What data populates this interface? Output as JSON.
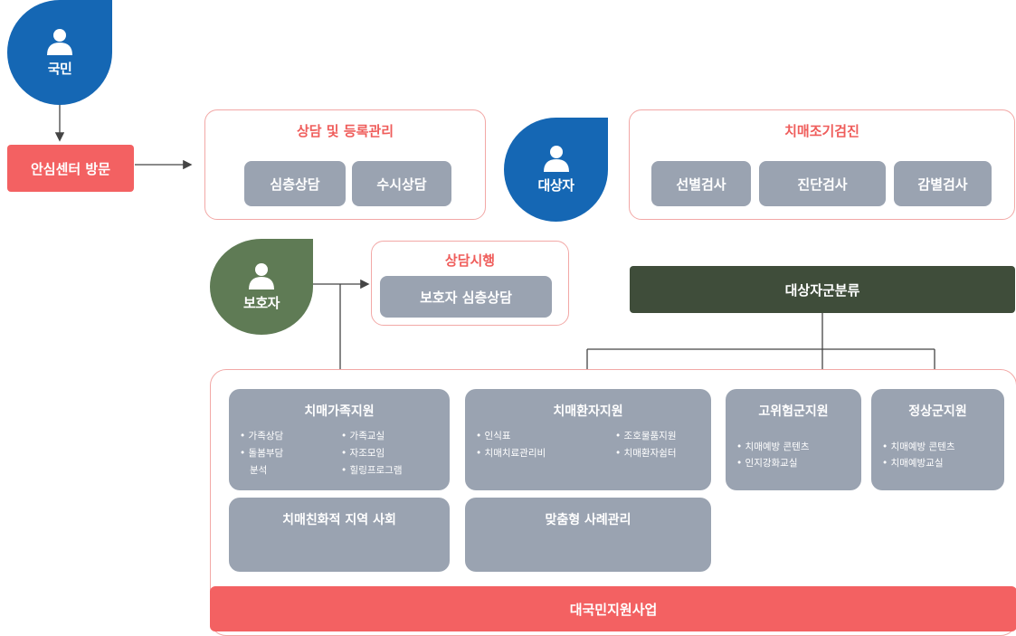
{
  "nodes": {
    "citizen": "국민",
    "target": "대상자",
    "guardian": "보호자"
  },
  "visit": "안심센터 방문",
  "consult_register": {
    "title": "상담 및 등록관리",
    "items": [
      "심층상담",
      "수시상담"
    ]
  },
  "early_screening": {
    "title": "치매조기검진",
    "items": [
      "선별검사",
      "진단검사",
      "감별검사"
    ]
  },
  "consult_exec": {
    "title": "상담시행",
    "items": [
      "보호자 심층상담"
    ]
  },
  "classification": "대상자군분류",
  "family_support": {
    "title": "치매가족지원",
    "col1": [
      "• 가족상담",
      "• 돌봄부담",
      "분석"
    ],
    "col2": [
      "• 가족교실",
      "• 자조모임",
      "• 힐링프로그램"
    ]
  },
  "patient_support": {
    "title": "치매환자지원",
    "col1": [
      "• 인식표",
      "• 치매치료관리비"
    ],
    "col2": [
      "• 조호물품지원",
      "• 치매환자쉼터"
    ]
  },
  "high_risk": {
    "title": "고위험군지원",
    "items": [
      "• 치매예방 콘텐츠",
      "• 인지강화교실"
    ]
  },
  "normal": {
    "title": "정상군지원",
    "items": [
      "• 치매예방 콘텐츠",
      "• 치매예방교실"
    ]
  },
  "friendly_community": "치매친화적 지역 사회",
  "case_management": "맞춤형 사례관리",
  "public_support": "대국민지원사업",
  "colors": {
    "blue": "#1567b4",
    "green": "#5f7b55",
    "coral": "#f36162",
    "gray_box": "#9aa3b1",
    "dark_bar": "#3f4d3a",
    "frame_border": "#f2a8a6"
  },
  "icons": [
    "person-icon",
    "person-icon",
    "person-icon"
  ]
}
